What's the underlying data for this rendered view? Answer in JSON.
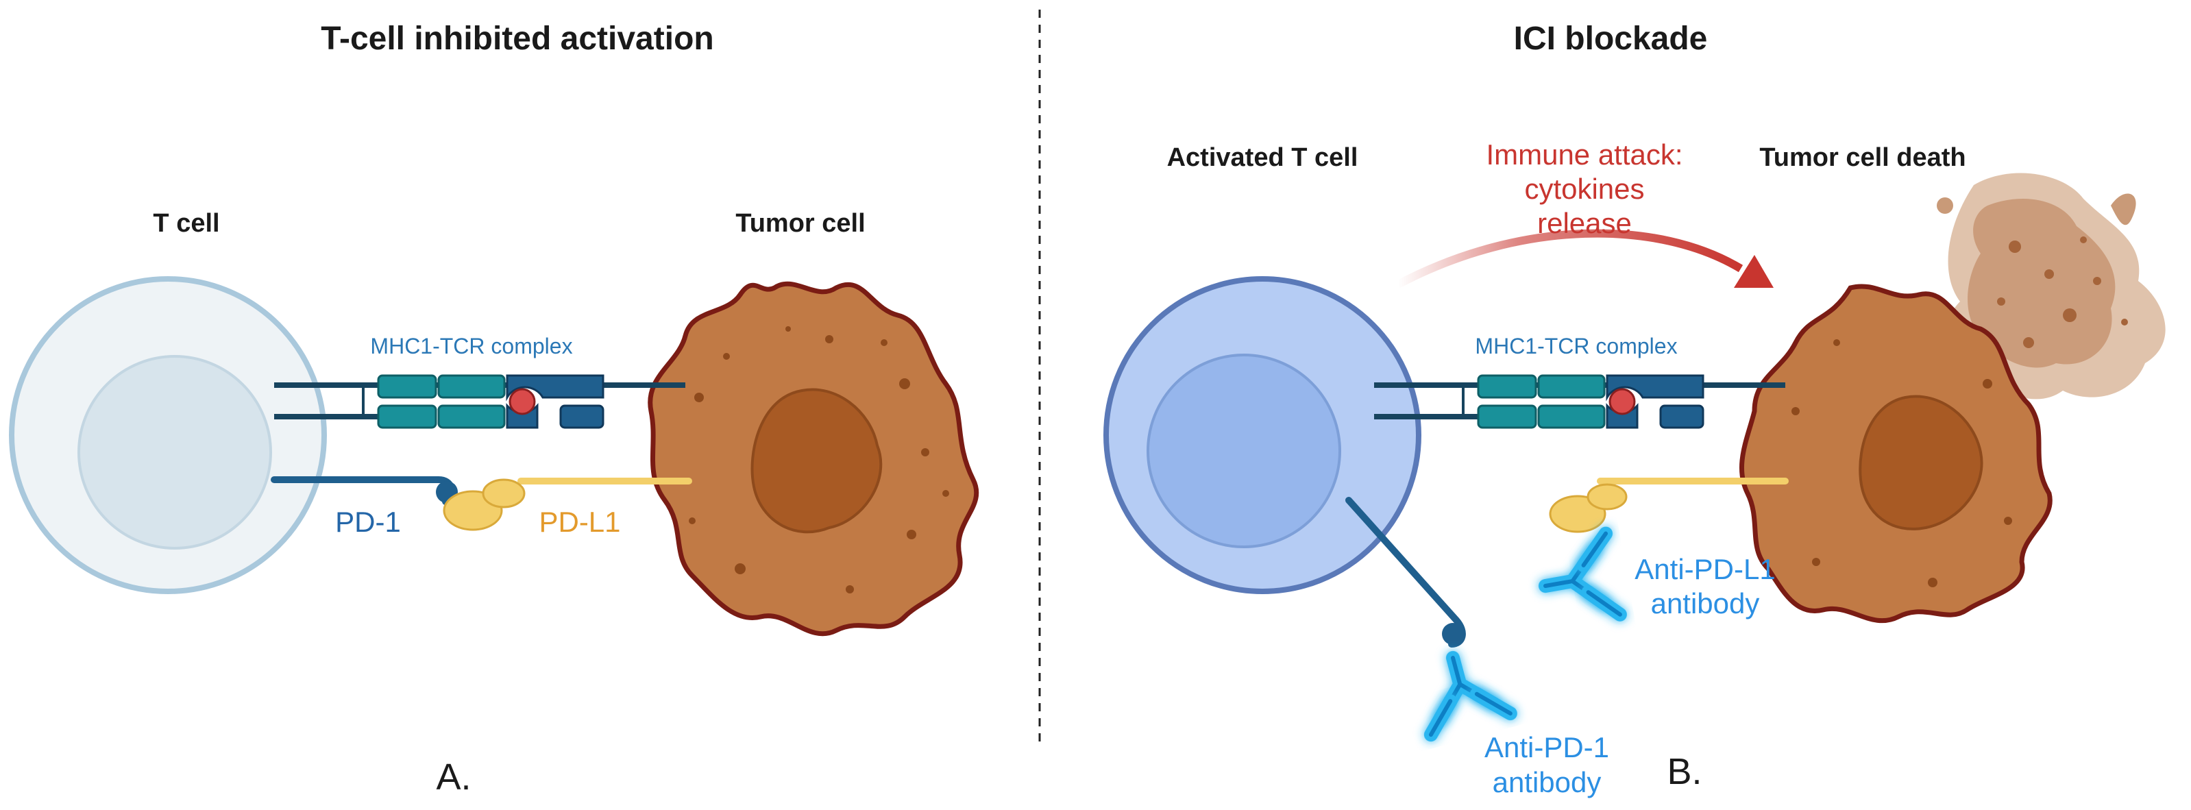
{
  "panel_a": {
    "title": "T-cell inhibited activation",
    "t_cell_label": "T cell",
    "tumor_cell_label": "Tumor cell",
    "complex_label": "MHC1-TCR complex",
    "pd1_label": "PD-1",
    "pdl1_label": "PD-L1",
    "panel_letter": "A."
  },
  "panel_b": {
    "title": "ICI blockade",
    "activated_label": "Activated T cell",
    "attack_lines": [
      "Immune attack:",
      "cytokines",
      "release"
    ],
    "death_label": "Tumor cell death",
    "complex_label": "MHC1-TCR complex",
    "anti_pdl1_lines": [
      "Anti-PD-L1",
      "antibody"
    ],
    "anti_pd1_lines": [
      "Anti-PD-1",
      "antibody"
    ],
    "panel_letter": "B."
  },
  "colors": {
    "t_cell_fill": "#eef3f6",
    "t_cell_stroke": "#a9c8dc",
    "activated_fill": "#b5ccf4",
    "activated_stroke": "#5a79b8",
    "tumor_fill": "#c17a45",
    "tumor_stroke": "#7a1c14",
    "tumor_nucleus": "#a85a24",
    "receptor_teal": "#19919a",
    "receptor_blue": "#1f5f8e",
    "pd1": "#1f5f8e",
    "pdl1": "#f3cf6a",
    "antibody": "#1a9ad8",
    "attack": "#c8352f"
  }
}
